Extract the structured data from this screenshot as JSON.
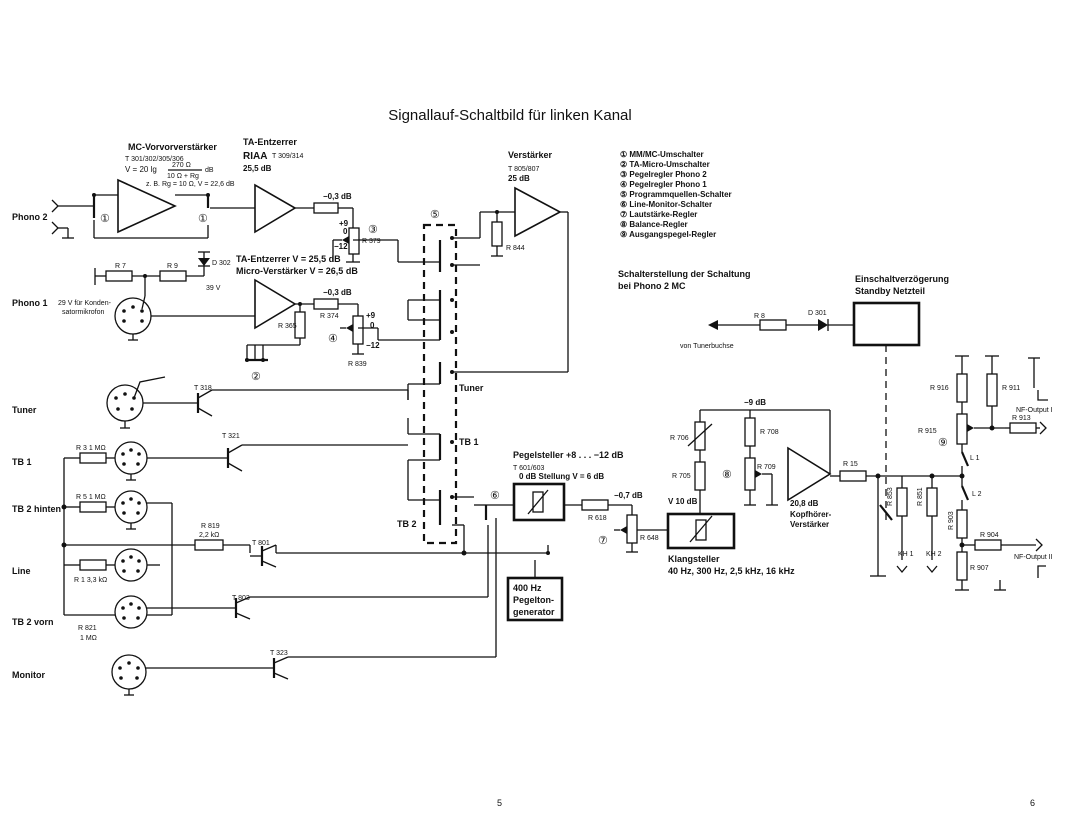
{
  "title": "Signallauf-Schaltbild für linken Kanal",
  "page_numbers": {
    "left": "5",
    "right": "6"
  },
  "legend": [
    "① MM/MC-Umschalter",
    "② TA-Micro-Umschalter",
    "③ Pegelregler Phono 2",
    "④ Pegelregler Phono 1",
    "⑤ Programmquellen-Schalter",
    "⑥ Line-Monitor-Schalter",
    "⑦ Lautstärke-Regler",
    "⑧ Balance-Regler",
    "⑨ Ausgangspegel-Regler"
  ],
  "switch_note": [
    "Schalterstellung der Schaltung",
    "bei Phono 2 MC"
  ],
  "standby": [
    "Einschaltverzögerung",
    "Standby Netzteil"
  ],
  "inputs": {
    "phono2": "Phono 2",
    "phono1": "Phono 1",
    "tuner": "Tuner",
    "tb1": "TB 1",
    "tb2_hinten": "TB 2 hinten",
    "line": "Line",
    "tb2_vorn": "TB 2 vorn",
    "monitor": "Monitor"
  },
  "mc_pre": {
    "title": "MC-Vorvorverstärker",
    "transistors": "T 301/302/305/306",
    "formula_left": "V = 20 lg",
    "formula_num": "270 Ω",
    "formula_den": "10 Ω + Rg",
    "formula_unit": "dB",
    "example": "z. B. Rg = 10 Ω, V = 22,6 dB"
  },
  "ta_entzerrer": {
    "title": "TA-Entzerrer",
    "riaa": "RIAA",
    "transistors": "T 309/314",
    "gain": "25,5 dB"
  },
  "ta_micro": {
    "line1": "TA-Entzerrer V = 25,5 dB",
    "line2": "Micro-Verstärker V = 26,5 dB"
  },
  "mic_note": [
    "29 V für Konden-",
    "satormikrofon"
  ],
  "verstaerker": {
    "title": "Verstärker",
    "transistors": "T 805/807",
    "gain": "25 dB"
  },
  "pegelsteller": {
    "title": "Pegelsteller +8 . . . −12 dB",
    "transistors": "T 601/603",
    "position": "0 dB Stellung V = 6 dB"
  },
  "klangsteller": {
    "title": "Klangsteller",
    "freqs": "40 Hz, 300 Hz, 2,5 kHz, 16 kHz"
  },
  "kopfhoerer": {
    "gain": "20,8 dB",
    "line1": "Kopfhörer-",
    "line2": "Verstärker"
  },
  "pegelton": {
    "line1": "400 Hz",
    "line2": "Pegelton-",
    "line3": "generator"
  },
  "levels": {
    "minus03_top": "−0,3 dB",
    "minus03_mid": "−0,3 dB",
    "minus07": "−0,7 dB",
    "minus9": "−9 dB",
    "v10": "V 10 dB",
    "plus9_top": "+9",
    "zero_top": "0",
    "minus12_top": "−12",
    "plus9_mid": "+9",
    "zero_mid": "0",
    "minus12_mid": "−12",
    "v39": "39 V"
  },
  "switch_labels": {
    "tuner": "Tuner",
    "tb1": "TB 1",
    "tb2": "TB 2"
  },
  "circled": {
    "one": "①",
    "two": "②",
    "three": "③",
    "four": "④",
    "five": "⑤",
    "six": "⑥",
    "seven": "⑦",
    "eight": "⑧",
    "nine": "⑨"
  },
  "components": {
    "r7": "R 7",
    "r9": "R 9",
    "d302": "D 302",
    "r379": "R 379",
    "r374": "R 374",
    "r365": "R 365",
    "r839": "R 839",
    "r844": "R 844",
    "t318": "T 318",
    "t321": "T 321",
    "t801": "T 801",
    "t803": "T 803",
    "t323": "T 323",
    "r3": "R 3 1 MΩ",
    "r5": "R 5 1 MΩ",
    "r1": "R 1 3,3 kΩ",
    "r821": "R 821",
    "r821_val": "1 MΩ",
    "r819": "R 819",
    "r819_val": "2,2 kΩ",
    "r8": "R 8",
    "d301": "D 301",
    "von_tuner": "von Tunerbuchse",
    "r618": "R 618",
    "r648": "R 648",
    "r706": "R 706",
    "r705": "R 705",
    "r708": "R 708",
    "r709": "R 709",
    "r15": "R 15",
    "r853": "R 853",
    "r851": "R 851",
    "r916": "R 916",
    "r911": "R 911",
    "r915": "R 915",
    "r913": "R 913",
    "r903": "R 903",
    "r904": "R 904",
    "r907": "R 907",
    "l1": "L 1",
    "l2": "L 2",
    "kh1": "KH 1",
    "kh2": "KH 2",
    "nf1": "NF-Output I",
    "nf2": "NF-Output II"
  }
}
